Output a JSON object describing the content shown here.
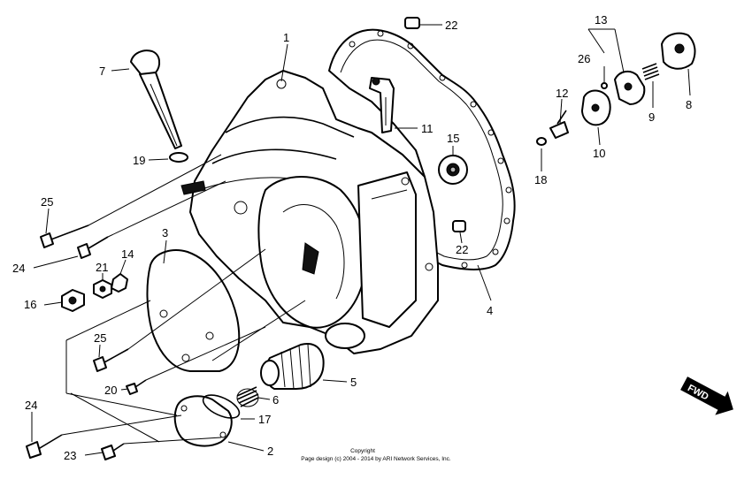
{
  "callouts": {
    "c1": "1",
    "c2": "2",
    "c3": "3",
    "c4": "4",
    "c5": "5",
    "c6": "6",
    "c7": "7",
    "c8": "8",
    "c9": "9",
    "c10": "10",
    "c11": "11",
    "c12": "12",
    "c13": "13",
    "c14": "14",
    "c15": "15",
    "c16": "16",
    "c17": "17",
    "c18": "18",
    "c19": "19",
    "c20": "20",
    "c21": "21",
    "c22a": "22",
    "c22b": "22",
    "c23": "23",
    "c24a": "24",
    "c24b": "24",
    "c25a": "25",
    "c25b": "25",
    "c26": "26"
  },
  "direction_label": "FWD",
  "copyright": {
    "line1": "Copyright",
    "line2": "Page design (c) 2004 - 2014 by ARI Network Services, Inc."
  }
}
